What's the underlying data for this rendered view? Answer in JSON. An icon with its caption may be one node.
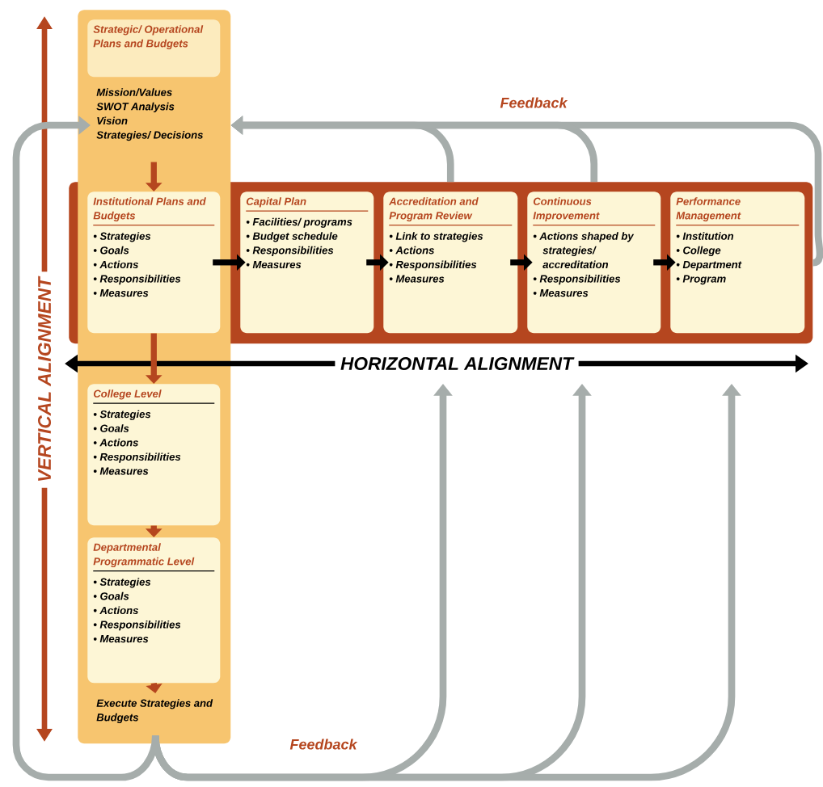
{
  "diagram": {
    "nodes": [
      {
        "text": [],
        "shape": "band"
      },
      {
        "text": [
          "Strategic/ Operational Plans and Budgets"
        ],
        "in": 0
      },
      {
        "text": [
          "Mission/Values",
          "SWOT Analysis",
          "Vision",
          "Strategies/ Decisions"
        ],
        "in": 0
      },
      {
        "text": [],
        "shape": "band"
      },
      {
        "text": [
          "Institutional Plans and Budgets",
          "• Strategies",
          "• Goals",
          "• Actions",
          "• Responsibilities",
          "• Measures"
        ]
      },
      {
        "text": [
          "Capital Plan",
          "• Facilities/ programs",
          "• Budget schedule",
          "• Responsibilities",
          "• Measures"
        ],
        "in": 3
      },
      {
        "text": [
          "Accreditation and Program Review",
          "• Link to strategies",
          "• Actions",
          "• Responsibilities",
          "• Measures"
        ],
        "in": 3
      },
      {
        "text": [
          "Continuous Improvement",
          "• Actions shaped by strategies/ accreditation",
          "• Responsibilities",
          "• Measures"
        ],
        "in": 3
      },
      {
        "text": [
          "Performance Management",
          "• Institution",
          "• College",
          "• Department",
          "• Program"
        ],
        "in": 3
      },
      {
        "text": [
          "College Level",
          "• Strategies",
          "• Goals",
          "• Actions",
          "• Responsibilities",
          "• Measures"
        ],
        "in": 0
      },
      {
        "text": [
          "Departmental Programmatic Level",
          "• Strategies",
          "• Goals",
          "• Actions",
          "• Responsibilities",
          "• Measures"
        ],
        "in": 0
      },
      {
        "text": [
          "Execute Strategies and Budgets"
        ],
        "in": 0
      }
    ],
    "edges": [
      {
        "from": 2,
        "to": 4,
        "arrow": "to",
        "color": "#b5461f"
      },
      {
        "from": 4,
        "to": 5,
        "arrow": "to",
        "color": "#000000"
      },
      {
        "from": 5,
        "to": 6,
        "arrow": "to",
        "color": "#000000"
      },
      {
        "from": 6,
        "to": 7,
        "arrow": "to",
        "color": "#000000"
      },
      {
        "from": 7,
        "to": 8,
        "arrow": "to",
        "color": "#000000"
      },
      {
        "from": 4,
        "to": 9,
        "arrow": "to",
        "color": "#b5461f"
      },
      {
        "from": 9,
        "to": 10,
        "arrow": "to",
        "color": "#b5461f"
      },
      {
        "from": 10,
        "to": 11,
        "arrow": "to",
        "color": "#b5461f"
      },
      {
        "from": 3,
        "to": 0,
        "arrow": "to",
        "label": "Feedback"
      },
      {
        "from": 6,
        "to": 0,
        "arrow": "to"
      },
      {
        "from": 7,
        "to": 0,
        "arrow": "to"
      },
      {
        "from": 11,
        "to": 2,
        "arrow": "to"
      },
      {
        "from": 11,
        "to": null,
        "arrow": "to",
        "label": "Feedback"
      },
      {
        "from": 11,
        "to": null,
        "arrow": "to"
      },
      {
        "from": 11,
        "to": null,
        "arrow": "to"
      }
    ],
    "labels": [
      "VERTICAL ALIGNMENT",
      "HORIZONTAL ALIGNMENT"
    ]
  }
}
